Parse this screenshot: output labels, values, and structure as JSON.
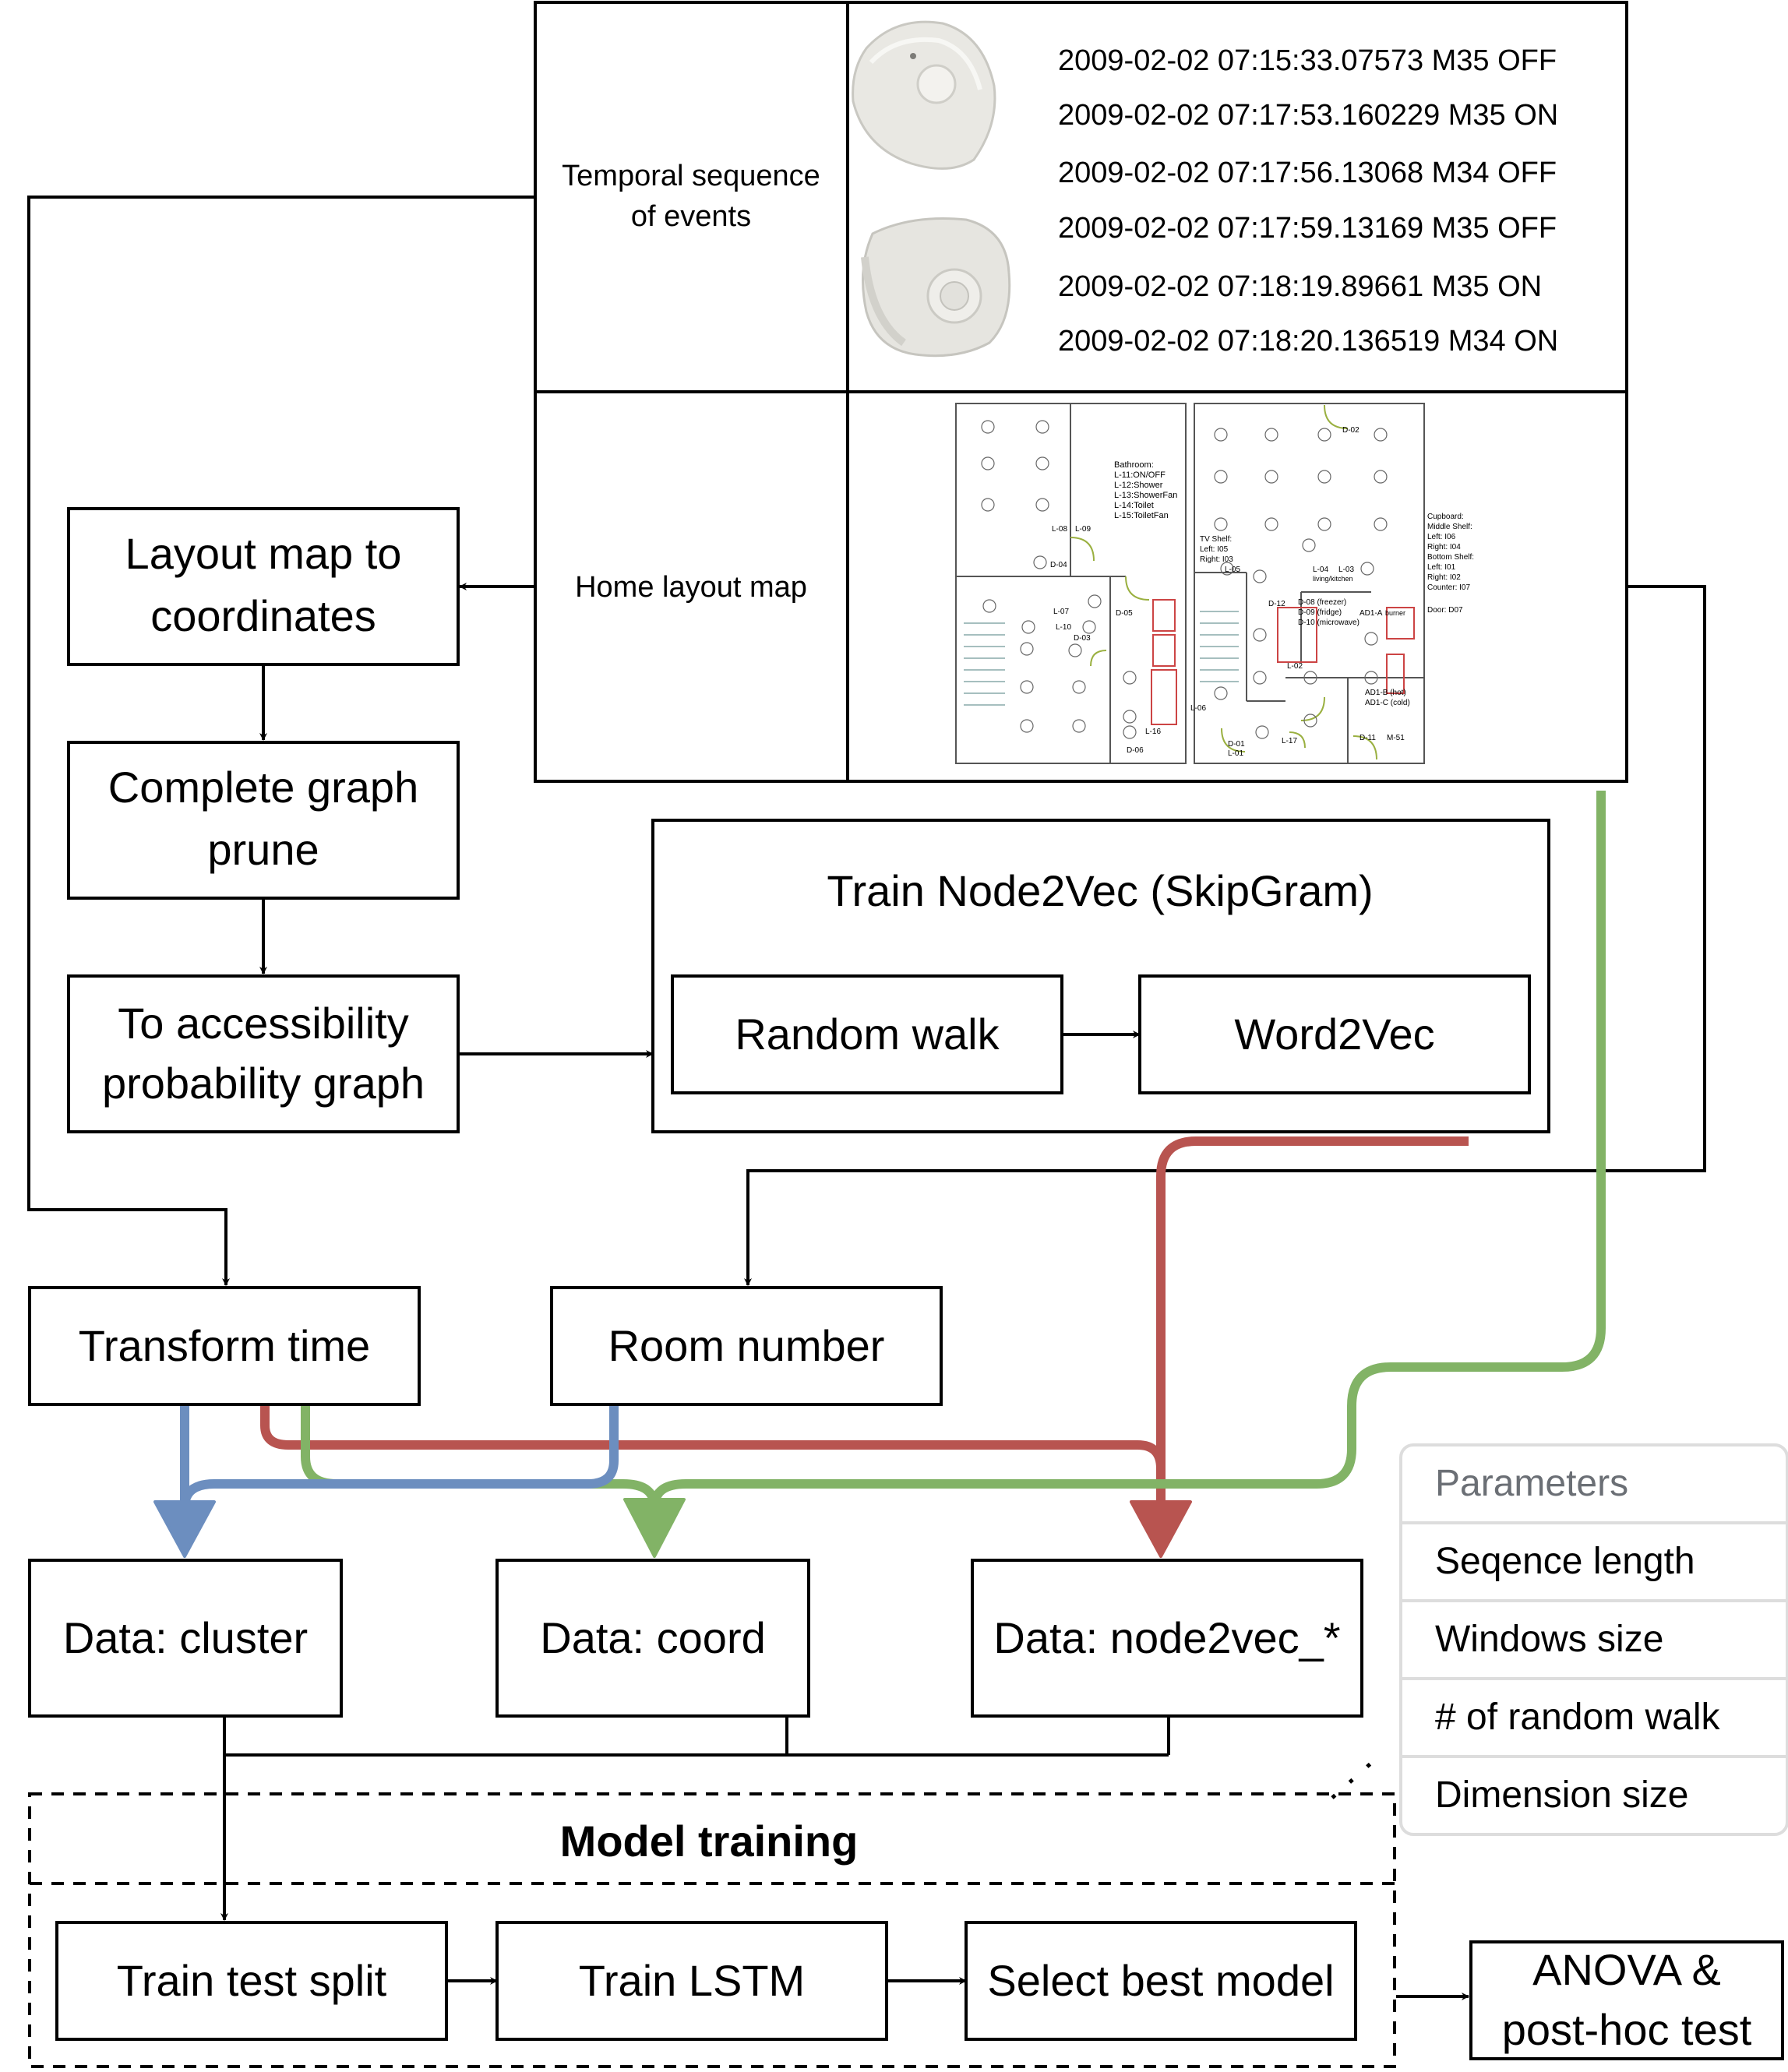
{
  "top_table": {
    "row1_label_line1": "Temporal sequence",
    "row1_label_line2": "of events",
    "events": [
      "2009-02-02 07:15:33.07573 M35 OFF",
      "2009-02-02 07:17:53.160229 M35 ON",
      "2009-02-02 07:17:56.13068 M34 OFF",
      "2009-02-02 07:17:59.13169 M35 OFF",
      "2009-02-02 07:18:19.89661 M35 ON",
      "2009-02-02 07:18:20.136519 M34 ON"
    ],
    "row2_label": "Home layout map"
  },
  "floorplan": {
    "bathroom_title": "Bathroom:",
    "bathroom_items": [
      "L-11:ON/OFF",
      "L-12:Shower",
      "L-13:ShowerFan",
      "L-14:Toilet",
      "L-15:ToiletFan"
    ],
    "cupboard_items": [
      "Cupboard:",
      "Middle Shelf:",
      "Left: I06",
      "Right: I04",
      "Bottom Shelf:",
      "Left: I01",
      "Right: I02",
      "Counter: I07",
      "",
      "Door: D07"
    ],
    "tv_items": [
      "TV Shelf:",
      "Left: I05",
      "Right: I03"
    ],
    "kitchen_items": [
      "D-08 (freezer)",
      "D-09 (fridge)",
      "D-10 (microwave)"
    ],
    "misc": [
      "L-08",
      "L-09",
      "D-04",
      "L-07",
      "L-10",
      "D-05",
      "D-03",
      "L-16",
      "D-06",
      "L-06",
      "D-01",
      "L-01",
      "L-17",
      "D-11",
      "M-51",
      "D-12",
      "L-04",
      "L-03",
      "L-05",
      "L-02",
      "D-02",
      "AD1-A",
      "AD1-B (hot)",
      "AD1-C (cold)",
      "living/kitchen",
      "burner"
    ]
  },
  "nodes": {
    "layout_map_line1": "Layout map to",
    "layout_map_line2": "coordinates",
    "complete_graph_line1": "Complete graph",
    "complete_graph_line2": "prune",
    "accessibility_line1": "To accessibility",
    "accessibility_line2": "probability graph",
    "train_node2vec": "Train Node2Vec (SkipGram)",
    "random_walk": "Random walk",
    "word2vec": "Word2Vec",
    "transform_time": "Transform time",
    "room_number": "Room number",
    "data_cluster": "Data: cluster",
    "data_coord": "Data: coord",
    "data_node2vec": "Data: node2vec_*",
    "model_training": "Model training",
    "train_test_split": "Train test split",
    "train_lstm": "Train LSTM",
    "select_best_model": "Select best model",
    "anova_line1": "ANOVA &",
    "anova_line2": "post-hoc test"
  },
  "parameters": {
    "title": "Parameters",
    "items": [
      "Seqence length",
      "Windows size",
      "# of random walk",
      "Dimension size"
    ]
  },
  "colors": {
    "blue": "#6c8ebf",
    "green": "#82b366",
    "red": "#b85450",
    "param_title": "#6b6f75",
    "param_border": "#dddddd"
  }
}
